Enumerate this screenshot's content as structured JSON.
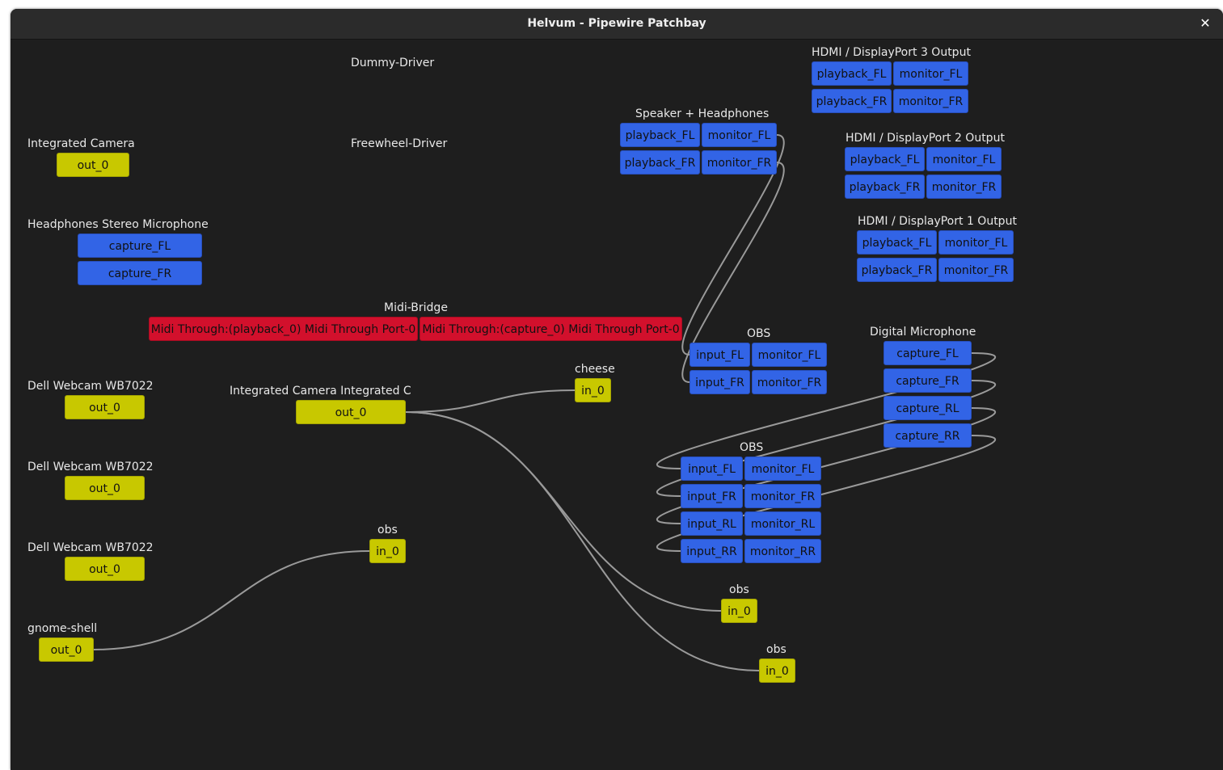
{
  "window": {
    "title": "Helvum - Pipewire Patchbay",
    "close_glyph": "✕"
  },
  "colors": {
    "video": "#c8c800",
    "audio": "#3264e6",
    "midi": "#d2102c",
    "background": "#1e1e1e",
    "link": "#9a9a9a"
  },
  "nodes": {
    "dummy": {
      "title": "Dummy-Driver"
    },
    "freewheel": {
      "title": "Freewheel-Driver"
    },
    "intcam": {
      "title": "Integrated Camera",
      "ports": {
        "out": "out_0"
      }
    },
    "hsmic": {
      "title": "Headphones Stereo Microphone",
      "ports": {
        "cfl": "capture_FL",
        "cfr": "capture_FR"
      }
    },
    "midi": {
      "title": "Midi-Bridge",
      "ports": {
        "pb": "Midi Through:(playback_0) Midi Through Port-0",
        "cap": "Midi Through:(capture_0) Midi Through Port-0"
      }
    },
    "dell1": {
      "title": "Dell Webcam WB7022",
      "ports": {
        "out": "out_0"
      }
    },
    "dell2": {
      "title": "Dell Webcam WB7022",
      "ports": {
        "out": "out_0"
      }
    },
    "dell3": {
      "title": "Dell Webcam WB7022",
      "ports": {
        "out": "out_0"
      }
    },
    "gshell": {
      "title": "gnome-shell",
      "ports": {
        "out": "out_0"
      }
    },
    "intcam2": {
      "title": "Integrated Camera  Integrated C",
      "ports": {
        "out": "out_0"
      }
    },
    "obsv1": {
      "title": "obs",
      "ports": {
        "in": "in_0"
      }
    },
    "cheese": {
      "title": "cheese",
      "ports": {
        "in": "in_0"
      }
    },
    "obsv2": {
      "title": "obs",
      "ports": {
        "in": "in_0"
      }
    },
    "obsv3": {
      "title": "obs",
      "ports": {
        "in": "in_0"
      }
    },
    "speaker": {
      "title": "Speaker + Headphones",
      "ports": {
        "pfl": "playback_FL",
        "mfl": "monitor_FL",
        "pfr": "playback_FR",
        "mfr": "monitor_FR"
      }
    },
    "hdmi3": {
      "title": "HDMI / DisplayPort 3 Output",
      "ports": {
        "pfl": "playback_FL",
        "mfl": "monitor_FL",
        "pfr": "playback_FR",
        "mfr": "monitor_FR"
      }
    },
    "hdmi2": {
      "title": "HDMI / DisplayPort 2 Output",
      "ports": {
        "pfl": "playback_FL",
        "mfl": "monitor_FL",
        "pfr": "playback_FR",
        "mfr": "monitor_FR"
      }
    },
    "hdmi1": {
      "title": "HDMI / DisplayPort 1 Output",
      "ports": {
        "pfl": "playback_FL",
        "mfl": "monitor_FL",
        "pfr": "playback_FR",
        "mfr": "monitor_FR"
      }
    },
    "obsa1": {
      "title": "OBS",
      "ports": {
        "ifl": "input_FL",
        "mfl": "monitor_FL",
        "ifr": "input_FR",
        "mfr": "monitor_FR"
      }
    },
    "digmic": {
      "title": "Digital Microphone",
      "ports": {
        "cfl": "capture_FL",
        "cfr": "capture_FR",
        "crl": "capture_RL",
        "crr": "capture_RR"
      }
    },
    "obsa2": {
      "title": "OBS",
      "ports": {
        "ifl": "input_FL",
        "mfl": "monitor_FL",
        "ifr": "input_FR",
        "mfr": "monitor_FR",
        "irl": "input_RL",
        "mrl": "monitor_RL",
        "irr": "input_RR",
        "mrr": "monitor_RR"
      }
    }
  },
  "links": [
    {
      "from": "gshell.out",
      "to": "obsv1.in"
    },
    {
      "from": "intcam2.out",
      "to": "cheese.in"
    },
    {
      "from": "intcam2.out",
      "to": "obsv2.in"
    },
    {
      "from": "intcam2.out",
      "to": "obsv3.in"
    },
    {
      "from": "speaker.mfl",
      "to": "obsa1.ifl"
    },
    {
      "from": "speaker.mfr",
      "to": "obsa1.ifr"
    },
    {
      "from": "digmic.cfl",
      "to": "obsa2.ifl"
    },
    {
      "from": "digmic.cfr",
      "to": "obsa2.ifr"
    },
    {
      "from": "digmic.crl",
      "to": "obsa2.irl"
    },
    {
      "from": "digmic.crr",
      "to": "obsa2.irr"
    }
  ]
}
